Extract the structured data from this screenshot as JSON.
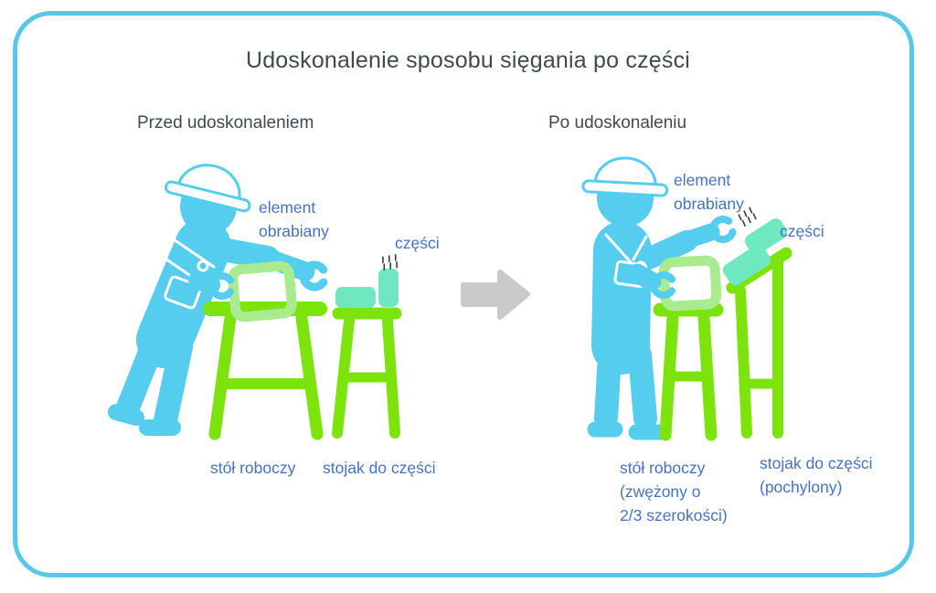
{
  "title": "Udoskonalenie sposobu sięgania po części",
  "colors": {
    "worker_cyan": "#55CDEF",
    "furniture_green": "#7DE30C",
    "parts_teal": "#6FE8C1",
    "element_pale_green": "#A9EC8F",
    "label_blue": "#4472C4",
    "heading_dark": "#3D4A52",
    "arrow_gray": "#C9CACB",
    "border_cyan": "#57C8E8"
  },
  "before": {
    "heading": "Przed udoskonaleniem",
    "labels": {
      "workpiece": "element\nobrabiany",
      "parts": "części",
      "worktable": "stół roboczy",
      "stand": "stojak do części"
    }
  },
  "after": {
    "heading": "Po udoskonaleniu",
    "labels": {
      "workpiece": "element\nobrabiany",
      "parts": "części",
      "worktable": "stół roboczy\n(zwężony o\n2/3 szerokości)",
      "stand": "stojak do części\n(pochylony)"
    }
  }
}
